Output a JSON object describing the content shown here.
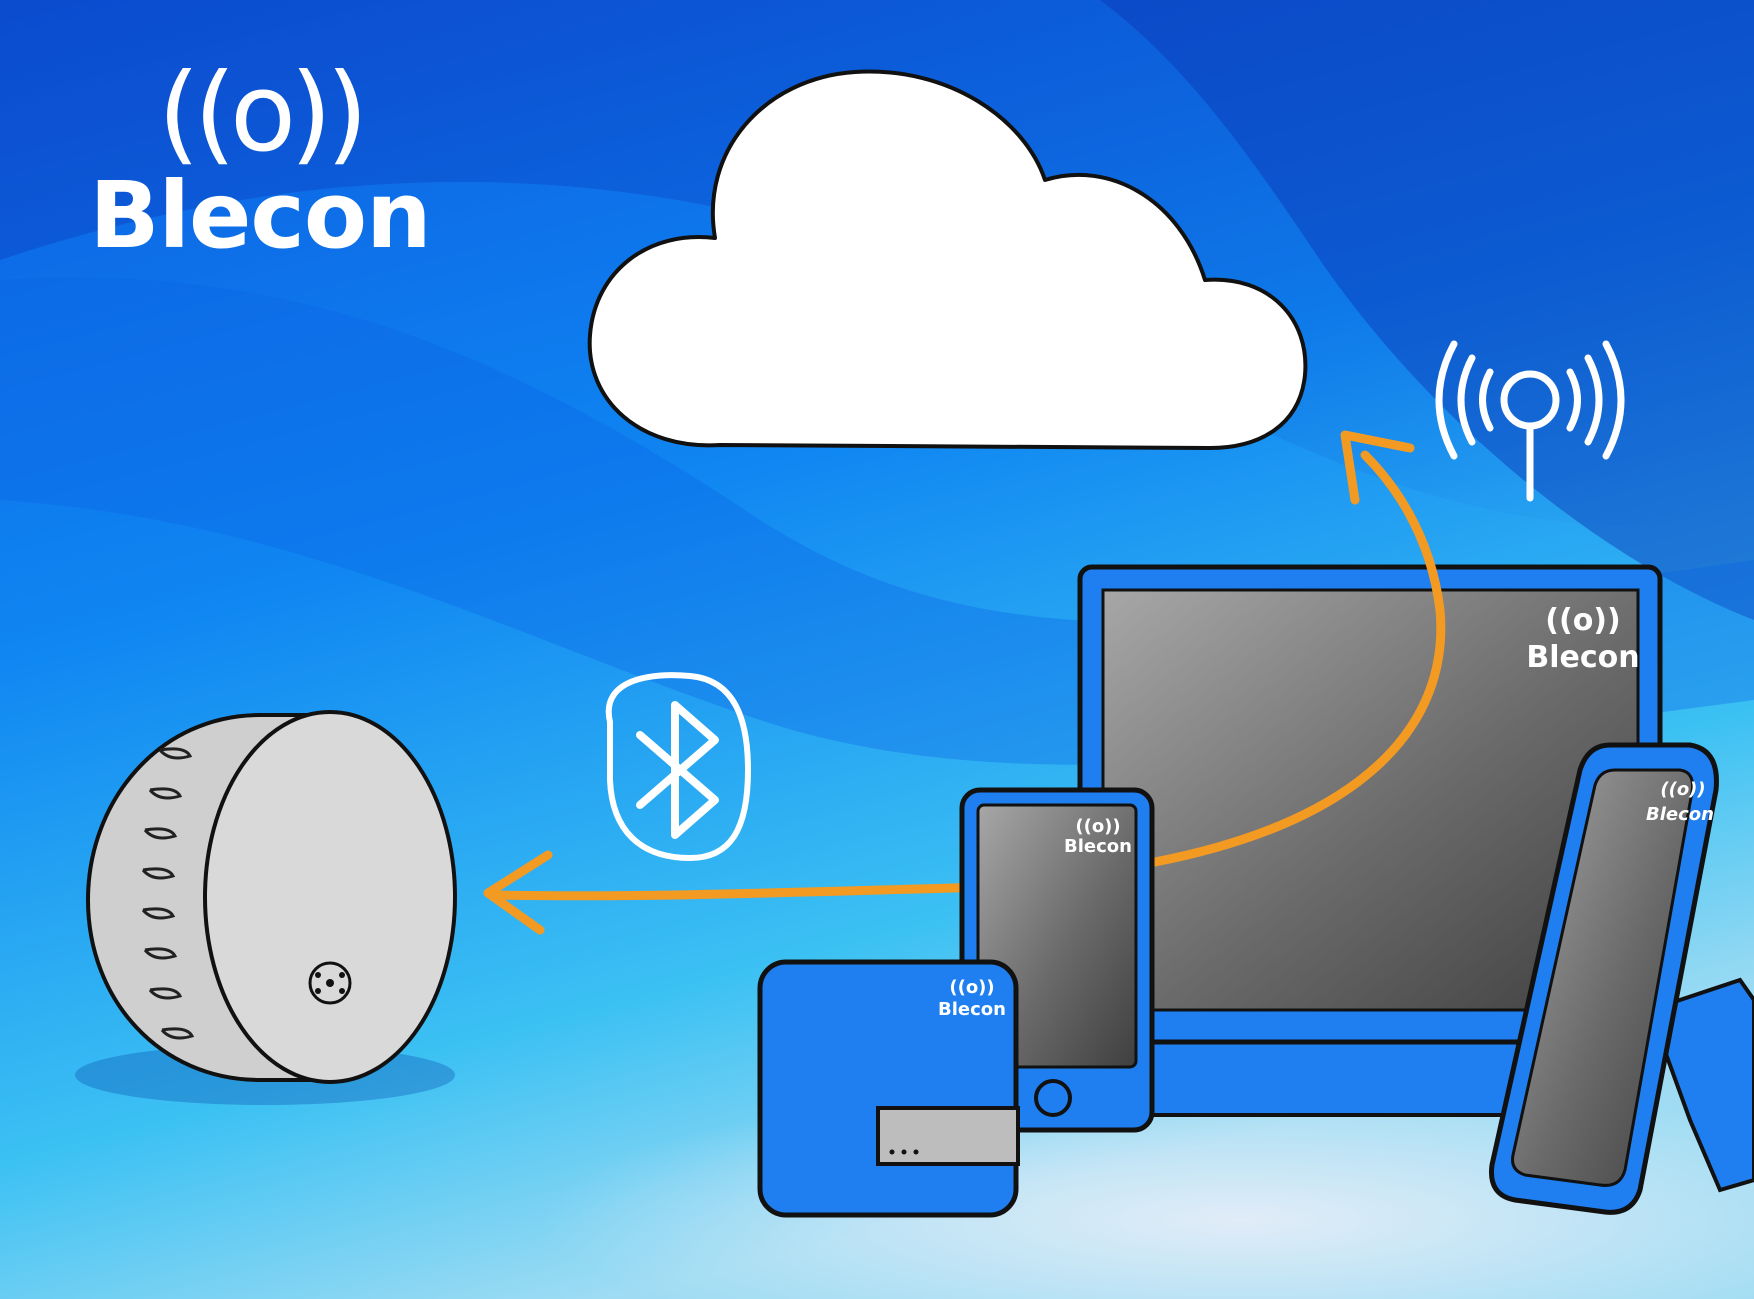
{
  "brand": {
    "symbol": "((o))",
    "name": "Blecon"
  },
  "devices": {
    "monitor": {
      "symbol": "((o))",
      "name": "Blecon"
    },
    "phone": {
      "symbol": "((o))",
      "name": "Blecon"
    },
    "gateway": {
      "symbol": "((o))",
      "name": "Blecon"
    },
    "handheld": {
      "symbol": "((o))",
      "name": "Blecon"
    }
  },
  "icons": [
    "cloud-icon",
    "antenna-icon",
    "bluetooth-icon",
    "sensor-puck",
    "arrow"
  ],
  "colors": {
    "background_top": "#0a4fd6",
    "background_bottom": "#7fd4f4",
    "device_blue": "#1f7ff0",
    "arrow_orange": "#f39a23",
    "screen_gray": "#6e6e6e"
  }
}
